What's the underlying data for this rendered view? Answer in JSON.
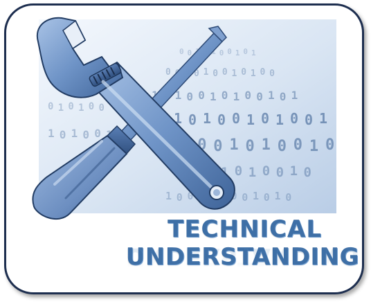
{
  "caption": {
    "line1": "TECHNICAL",
    "line2": "UNDERSTANDING"
  },
  "background": {
    "binary_digits": [
      "0",
      "1"
    ]
  },
  "icons": {
    "wrench": "wrench-icon",
    "screwdriver": "screwdriver-icon"
  },
  "colors": {
    "frame": "#1d2e4f",
    "caption": "#3e6fa6",
    "tool_blue": "#6f94c7"
  }
}
